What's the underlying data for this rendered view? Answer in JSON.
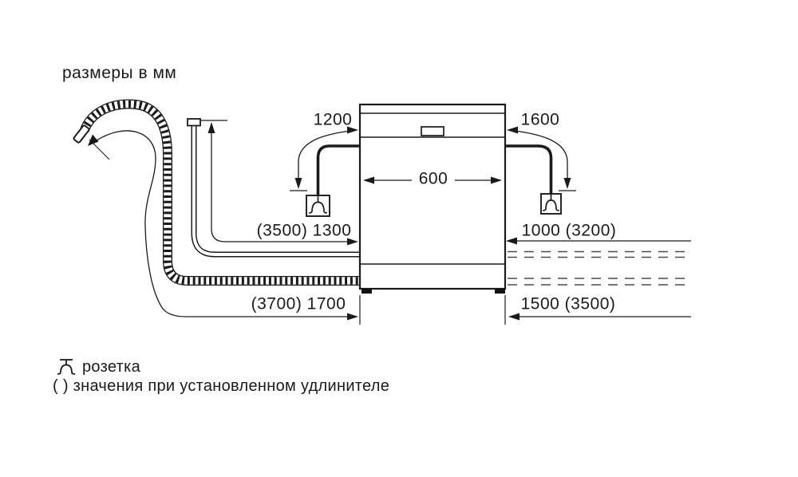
{
  "page": {
    "title": "размеры в мм"
  },
  "diagram": {
    "type": "appliance-installation-dimensions",
    "unit": "мм",
    "dimensions": {
      "power_cord_left": "1200",
      "power_cord_right": "1600",
      "appliance_width": "600",
      "supply_hose_left": "(3500) 1300",
      "drain_reach_right_upper": "1000 (3200)",
      "drain_hose_left": "(3700) 1700",
      "drain_reach_right_lower": "1500 (3500)"
    },
    "icons": {
      "socket": "socket-icon"
    },
    "legend": {
      "socket_label": "розетка",
      "parentheses_note": "( ) значения при установленном удлинителе"
    },
    "colors": {
      "line": "#1a1a1a",
      "background": "#ffffff"
    }
  }
}
